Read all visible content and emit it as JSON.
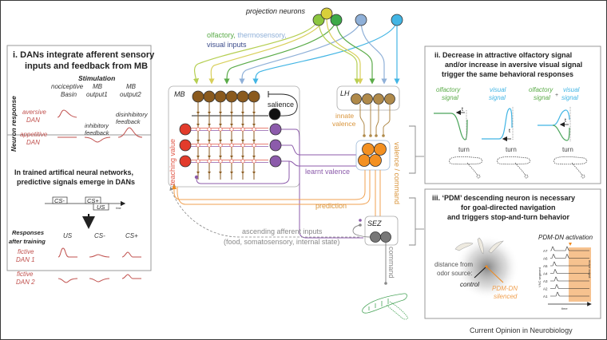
{
  "colors": {
    "olfactory": "#5aab48",
    "olfactory_light": "#b5cf52",
    "thermo": "#8fb0d8",
    "visual": "#3a4a8a",
    "visual_cyan": "#42b5e4",
    "kc": "#8a5a1e",
    "lh": "#b08a4a",
    "dan": "#e23b2b",
    "mbon": "#8c5bab",
    "valence": "#f08a1e",
    "sez": "#707070",
    "dan_text": "#c0504d",
    "orange_text": "#d9953c",
    "panel_border": "#999999",
    "pdm_band": "#f6c28f"
  },
  "panel_i": {
    "title_line1": "i.   DANs integrate afferent sensory",
    "title_line2": "inputs and feedback from MB",
    "stimulation": "Stimulation",
    "col1_line1": "nociceptive",
    "col1_line2": "Basin",
    "col2_line1": "MB",
    "col2_line2": "output1",
    "col3_line1": "MB",
    "col3_line2": "output2",
    "ylabel": "Neuron response",
    "row1_line1": "aversive",
    "row1_line2": "DAN",
    "row2_line1": "appetitive",
    "row2_line2": "DAN",
    "inhib_line1": "inhibitory",
    "inhib_line2": "feedback",
    "disinhib_line1": "disinhibitory",
    "disinhib_line2": "feedback",
    "sub_title_line1": "In trained artifical neural networks,",
    "sub_title_line2": "predictive signals emerge in DANs",
    "cs_minus": "CS-",
    "cs_plus": "CS+",
    "us": "US",
    "time": "time",
    "resp_line1": "Responses",
    "resp_line2": "after training",
    "col_us": "US",
    "col_csm": "CS-",
    "col_csp": "CS+",
    "fdan1_line1": "fictive",
    "fdan1_line2": "DAN 1",
    "fdan2_line1": "fictive",
    "fdan2_line2": "DAN 2"
  },
  "center": {
    "projection_neurons": "projection neurons",
    "inputs_olf": "olfactory, ",
    "inputs_thermo": "thermosensory,",
    "inputs_visual": "visual inputs",
    "mb": "MB",
    "salience": "salience",
    "teaching_value": "teaching value",
    "learnt_valence": "learnt valence",
    "lh": "LH",
    "innate_line1": "innate",
    "innate_line2": "valence",
    "valence_command": "valence / command",
    "prediction": "prediction",
    "sez": "SEZ",
    "ascending_line1": "ascending afferent inputs",
    "ascending_line2": "(food, somatosensory, internal state)",
    "command": "command"
  },
  "panel_ii": {
    "title_line1": "ii.   Decrease in attractive olfactory signal",
    "title_line2": "and/or increase in aversive visual signal",
    "title_line3": "trigger the same behavioral responses",
    "olf_line1": "olfactory",
    "olf_line2": "signal",
    "vis_line1": "visual",
    "vis_line2": "signal",
    "plus": "+",
    "t": "t",
    "turn": "turn"
  },
  "panel_iii": {
    "title_line1": "iii.   ‘PDM’ descending neuron is necessary",
    "title_line2": "for goal-directed navigation",
    "title_line3": "and triggers stop-and-turn behavior",
    "distance_line1": "distance from",
    "distance_line2": "odor source:",
    "control": "control",
    "silenced_line1": "PDM-DN",
    "silenced_line2": "silenced",
    "activation": "PDM-DN activation",
    "segments": [
      "A7",
      "A6",
      "A5",
      "A4",
      "A3",
      "A2",
      "A1"
    ],
    "vnc_label": "VNC segment",
    "motor_output": "motor output",
    "time": "time"
  },
  "footer": {
    "journal": "Current Opinion in Neurobiology"
  }
}
